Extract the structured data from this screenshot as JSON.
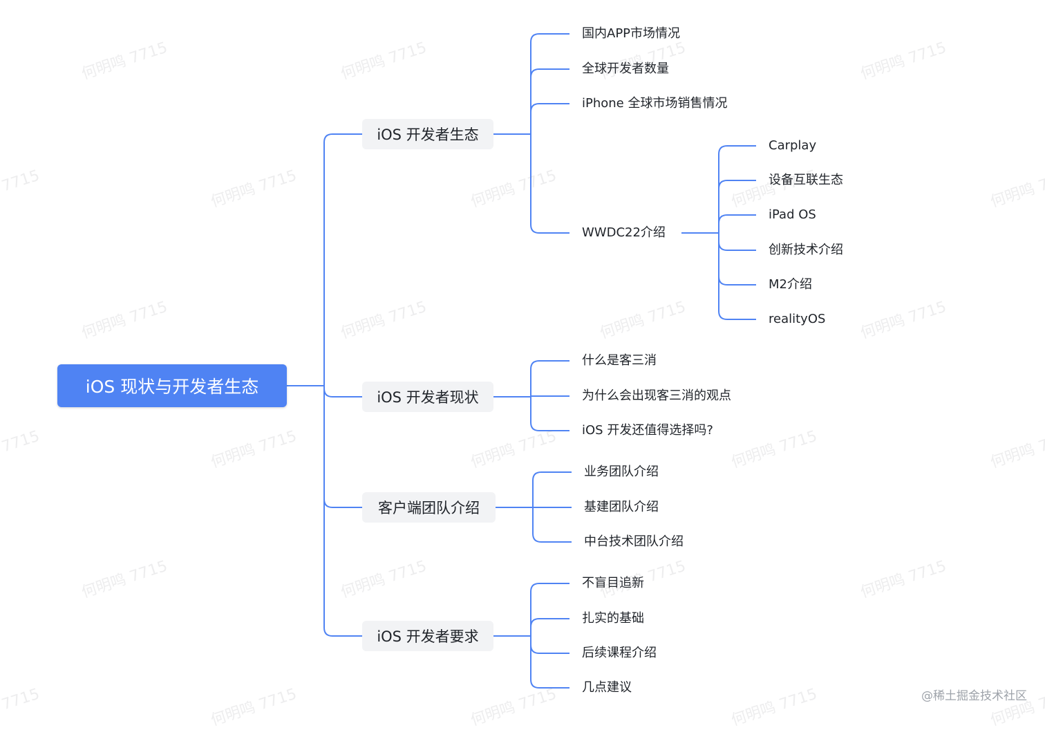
{
  "root": "iOS 现状与开发者生态",
  "branches": [
    {
      "label": "iOS 开发者生态",
      "children": [
        {
          "label": "国内APP市场情况"
        },
        {
          "label": "全球开发者数量"
        },
        {
          "label": "iPhone 全球市场销售情况"
        },
        {
          "label": "WWDC22介绍",
          "children": [
            "Carplay",
            "设备互联生态",
            "iPad OS",
            "创新技术介绍",
            "M2介绍",
            "realityOS"
          ]
        }
      ]
    },
    {
      "label": "iOS 开发者现状",
      "children": [
        {
          "label": "什么是客三消"
        },
        {
          "label": "为什么会出现客三消的观点"
        },
        {
          "label": "iOS 开发还值得选择吗?"
        }
      ]
    },
    {
      "label": "客户端团队介绍",
      "children": [
        {
          "label": "业务团队介绍"
        },
        {
          "label": "基建团队介绍"
        },
        {
          "label": "中台技术团队介绍"
        }
      ]
    },
    {
      "label": "iOS 开发者要求",
      "children": [
        {
          "label": "不盲目追新"
        },
        {
          "label": "扎实的基础"
        },
        {
          "label": "后续课程介绍"
        },
        {
          "label": "几点建议"
        }
      ]
    }
  ],
  "watermark_text": "何明鸣 7715",
  "footer_mark": "@稀土掘金技术社区",
  "colors": {
    "root_bg": "#4f83f3",
    "root_text": "#ffffff",
    "branch_bg": "#f2f3f5",
    "connector": "#4f83f3",
    "text": "#1f2329"
  }
}
